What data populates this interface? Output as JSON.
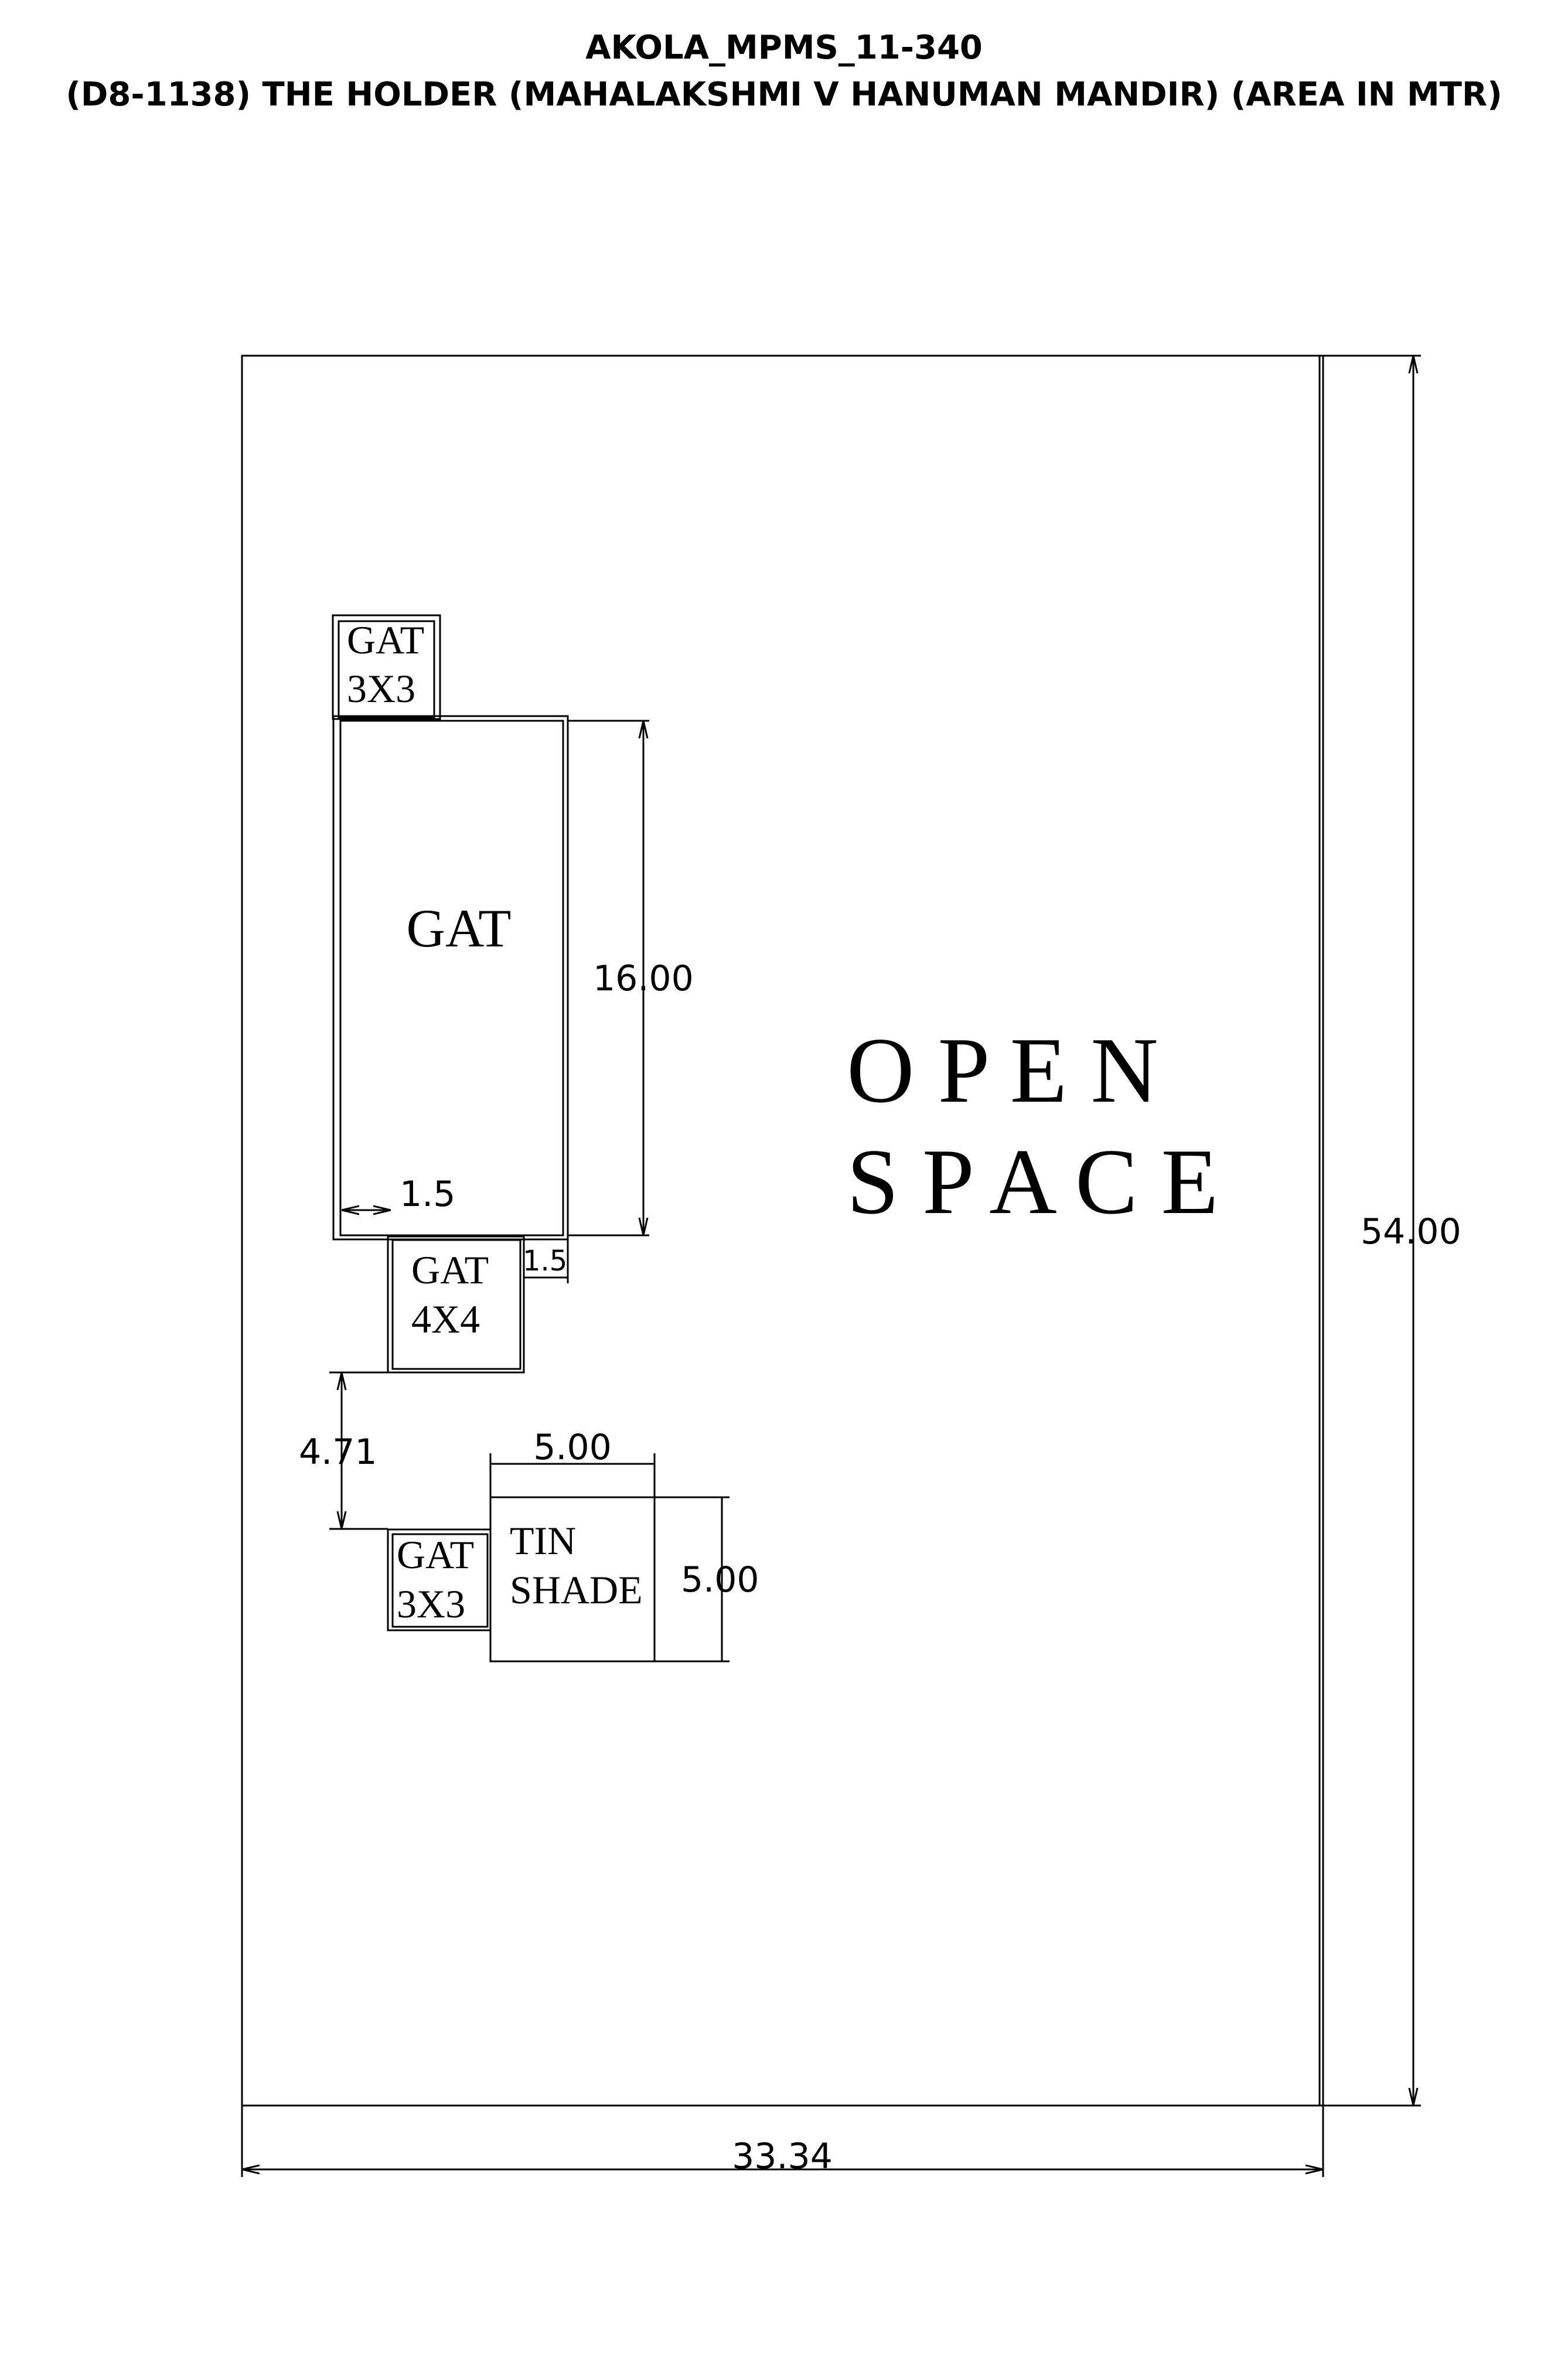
{
  "title": {
    "line1": "AKOLA_MPMS_11-340",
    "line2": "(D8-1138) THE HOLDER (MAHALAKSHMI V HANUMAN MANDIR) (AREA IN MTR)"
  },
  "rooms": {
    "gat_small_top": {
      "line1": "GAT",
      "line2": "3X3"
    },
    "gat_main": {
      "label": "GAT"
    },
    "gat_4x4": {
      "line1": "GAT",
      "line2": "4X4"
    },
    "gat_small_bottom": {
      "line1": "GAT",
      "line2": "3X3"
    },
    "tin_shade": {
      "line1": "TIN",
      "line2": "SHADE"
    },
    "open_space": {
      "line1": "O P E N",
      "line2": "S P A C E"
    }
  },
  "dimensions": {
    "plot_width": "33.34",
    "plot_height": "54.00",
    "gat_height": "16.00",
    "offset_left": "1.5",
    "offset_right": "1.5",
    "gap": "4.71",
    "tin_width": "5.00",
    "tin_height": "5.00"
  }
}
